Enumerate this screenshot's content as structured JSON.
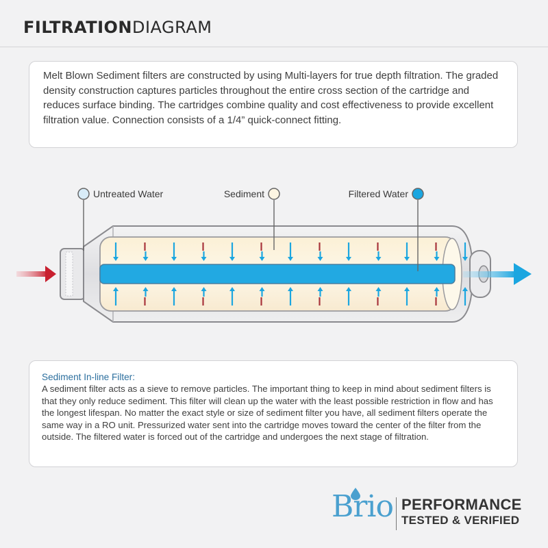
{
  "header": {
    "title_bold": "FILTRATION",
    "title_light": "DIAGRAM"
  },
  "intro": {
    "text": "Melt Blown Sediment filters are constructed by using Multi-layers for true depth filtration. The graded density construction captures particles throughout the entire cross section of the cartridge and reduces surface binding. The cartridges combine quality and cost effectiveness to provide excellent filtration value. Connection consists of a 1/4” quick-connect fitting."
  },
  "diagram": {
    "labels": {
      "untreated": "Untreated Water",
      "sediment": "Sediment",
      "filtered": "Filtered Water"
    },
    "colors": {
      "inflow_arrow": "#c8202f",
      "outflow_arrow": "#1ba6e0",
      "core": "#22a9e2",
      "sediment_media": "#fbf2dc",
      "housing": "#e4e4e6"
    }
  },
  "description": {
    "subtitle": "Sediment In-line Filter:",
    "body": "A sediment filter acts as a sieve to remove particles. The important thing to keep in mind about sediment filters is that they only reduce sediment. This filter will clean up the water with the least possible restriction in flow and has the longest lifespan. No matter the exact style or size of sediment filter you have, all sediment filters operate the same way in a RO unit. Pressurized water sent into the cartridge moves toward the center of the filter from the outside. The filtered water is forced out of the cartridge and undergoes the next stage of filtration."
  },
  "footer": {
    "brand": "Brio",
    "line1": "PERFORMANCE",
    "line2": "TESTED & VERIFIED",
    "drop_icon": "water-drop-icon"
  }
}
